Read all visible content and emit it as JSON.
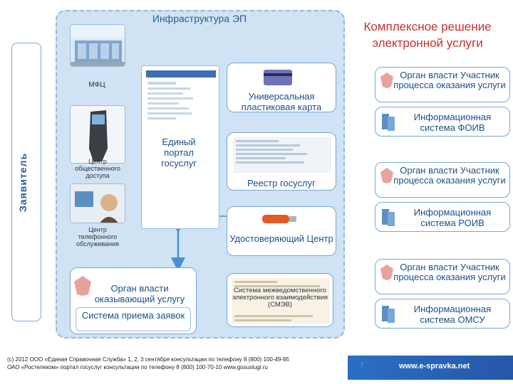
{
  "infrastructure": {
    "title": "Инфраструктура ЭП"
  },
  "applicant": {
    "label": "Заявитель"
  },
  "channels": {
    "mfc": "МФЦ",
    "kiosk": "Центр общественного доступа",
    "call_center": "Центр телефонного обслуживания"
  },
  "portal": {
    "label": "Единый портал госуслуг"
  },
  "center_items": {
    "card": "Универсальная пластиковая карта",
    "registry": "Реестр госуслуг",
    "certification": "Удостоверяющий Центр",
    "smev": "Система межведомственного электронного взаимодействия (СМЭВ)"
  },
  "service_authority": {
    "title": "Орган власти оказывающий услугу",
    "system": "Система приема заявок"
  },
  "right_column": {
    "title": "Комплексное решение электронной услуги",
    "blocks": [
      {
        "authority": "Орган власти Участник процесса оказания услуги",
        "system": "Информационная система ФОИВ"
      },
      {
        "authority": "Орган власти Участник процесса оказания услуги",
        "system": "Информационная система РОИВ"
      },
      {
        "authority": "Орган власти Участник процесса оказания услуги",
        "system": "Информационная система ОМСУ"
      }
    ]
  },
  "footer": {
    "line1": "(c) 2012 ООО «Единая Справочная Служба» 1, 2, 3 сентября консультации по телефону 8 (800) 100-49-85",
    "line2": "ОАО «Ростелеком» портал госуслуг консультации по телефону 8 (800) 100-70-10 www.gosuslugi.ru",
    "url": "www.e-spravka.net",
    "page": "7"
  },
  "colors": {
    "accent_red": "#c9302c",
    "accent_blue": "#1b4f8a",
    "panel_blue": "#cfe3f4"
  }
}
